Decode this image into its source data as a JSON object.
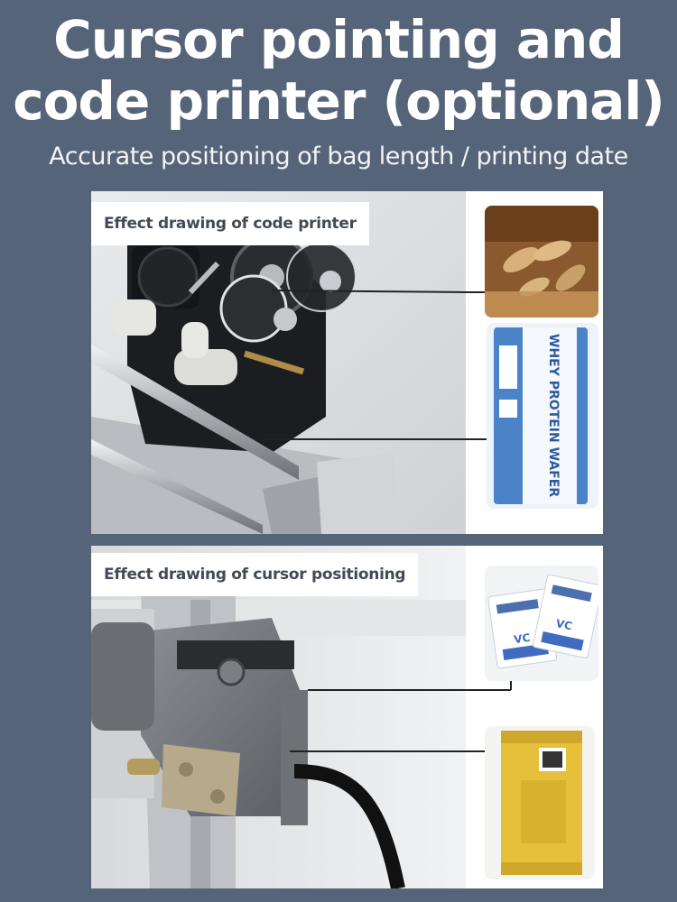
{
  "header": {
    "title_line1": "Cursor pointing and",
    "title_line2": "code printer (optional)",
    "subtitle": "Accurate positioning of bag length / printing date"
  },
  "panels": [
    {
      "label": "Effect drawing of code printer",
      "samples": [
        {
          "name": "wafer-snack-bag"
        },
        {
          "name": "whey-protein-wafer-bar",
          "text": "WHEY PROTEIN WAFER"
        }
      ]
    },
    {
      "label": "Effect drawing of cursor positioning",
      "samples": [
        {
          "name": "vitamin-c-sachets",
          "text": "VC"
        },
        {
          "name": "yellow-snack-pouch"
        }
      ]
    }
  ],
  "colors": {
    "background": "#556478",
    "panel": "#ffffff",
    "label_text": "#444a55"
  }
}
